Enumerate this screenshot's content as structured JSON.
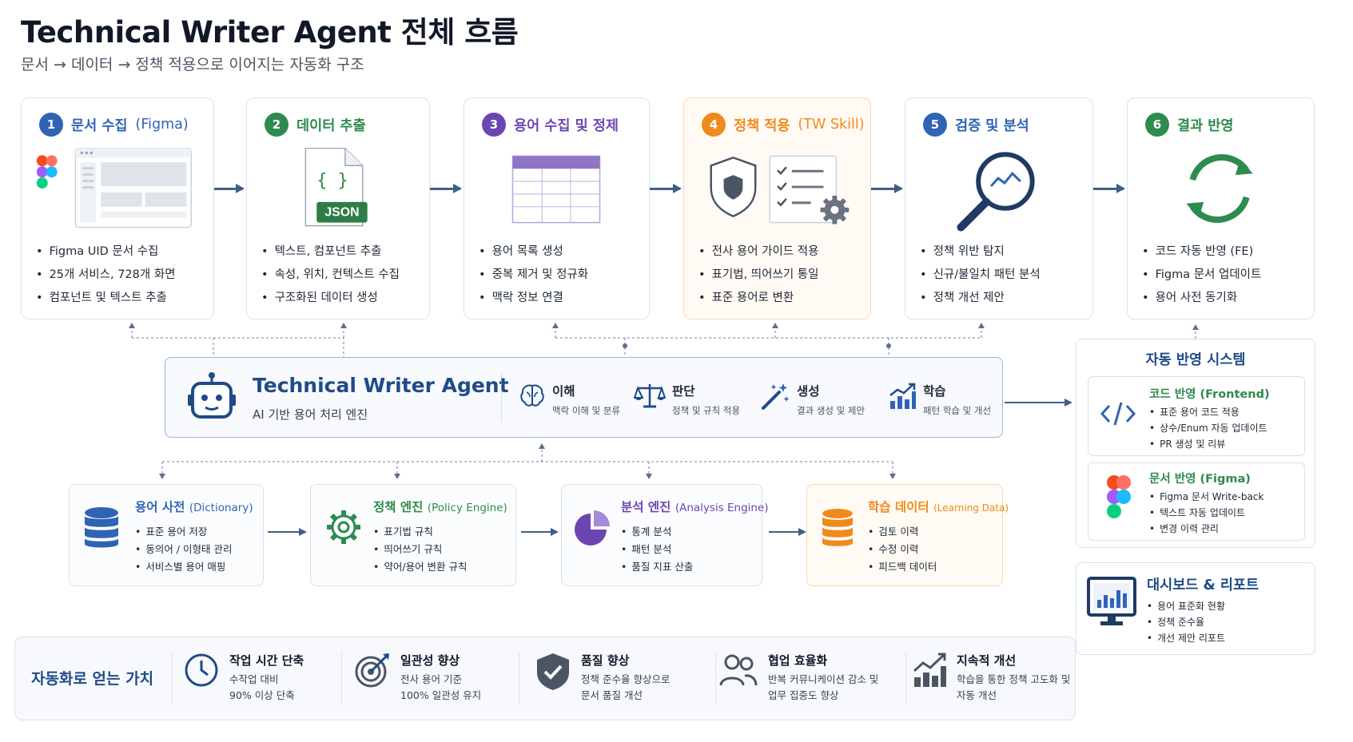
{
  "title": "Technical Writer Agent 전체 흐름",
  "subtitle": "문서 → 데이터 → 정책 적용으로 이어지는 자동화 구조",
  "steps": [
    {
      "num": "1",
      "title": "문서 수집",
      "title_en": "(Figma)",
      "color": "#2f64b5",
      "bullets": [
        "Figma UID 문서 수집",
        "25개 서비스, 728개 화면",
        "컴포넌트 및 텍스트 추출"
      ]
    },
    {
      "num": "2",
      "title": "데이터 추출",
      "title_en": "",
      "color": "#2e8b4e",
      "visual_label": "JSON",
      "bullets": [
        "텍스트, 컴포넌트 추출",
        "속성, 위치, 컨텍스트 수집",
        "구조화된 데이터 생성"
      ]
    },
    {
      "num": "3",
      "title": "용어 수집 및 정제",
      "title_en": "",
      "color": "#6b46b2",
      "bullets": [
        "용어 목록 생성",
        "중복 제거 및 정규화",
        "맥락 정보 연결"
      ]
    },
    {
      "num": "4",
      "title": "정책 적용",
      "title_en": "(TW Skill)",
      "color": "#f08a1c",
      "bullets": [
        "전사 용어 가이드 적용",
        "표기법, 띄어쓰기 통일",
        "표준 용어로 변환"
      ]
    },
    {
      "num": "5",
      "title": "검증 및 분석",
      "title_en": "",
      "color": "#2f64b5",
      "bullets": [
        "정책 위반 탐지",
        "신규/불일치 패턴 분석",
        "정책 개선 제안"
      ]
    },
    {
      "num": "6",
      "title": "결과 반영",
      "title_en": "",
      "color": "#2e8b4e",
      "bullets": [
        "코드 자동 반영 (FE)",
        "Figma 문서 업데이트",
        "용어 사전 동기화"
      ]
    }
  ],
  "agent": {
    "title": "Technical Writer Agent",
    "subtitle": "AI 기반 용어 처리 엔진",
    "capabilities": [
      {
        "title": "이해",
        "desc": "맥락 이해 및 분류",
        "icon": "brain-icon"
      },
      {
        "title": "판단",
        "desc": "정책 및 규칙 적용",
        "icon": "scale-icon"
      },
      {
        "title": "생성",
        "desc": "결과 생성 및 제안",
        "icon": "magic-wand-icon"
      },
      {
        "title": "학습",
        "desc": "패턴 학습 및 개선",
        "icon": "growth-chart-icon"
      }
    ]
  },
  "engines": [
    {
      "title": "용어 사전",
      "title_en": "(Dictionary)",
      "color": "#2f64b5",
      "items": [
        "표준 용어 저장",
        "동의어 / 이형태 관리",
        "서비스별 용어 매핑"
      ]
    },
    {
      "title": "정책 엔진",
      "title_en": "(Policy Engine)",
      "color": "#2e8b4e",
      "items": [
        "표기법 규칙",
        "띄어쓰기 규칙",
        "약어/용어 변환 규칙"
      ]
    },
    {
      "title": "분석 엔진",
      "title_en": "(Analysis Engine)",
      "color": "#6b46b2",
      "items": [
        "통계 분석",
        "패턴 분석",
        "품질 지표 산출"
      ]
    },
    {
      "title": "학습 데이터",
      "title_en": "(Learning Data)",
      "color": "#f08a1c",
      "items": [
        "검토 이력",
        "수정 이력",
        "피드백 데이터"
      ]
    }
  ],
  "auto_system": {
    "title": "자동 반영 시스템",
    "code": {
      "title": "코드 반영 (Frontend)",
      "items": [
        "표준 용어 코드 적용",
        "상수/Enum 자동 업데이트",
        "PR 생성 및 리뷰"
      ]
    },
    "figma": {
      "title": "문서 반영 (Figma)",
      "items": [
        "Figma 문서 Write-back",
        "텍스트 자동 업데이트",
        "변경 이력 관리"
      ]
    }
  },
  "dashboard": {
    "title": "대시보드 & 리포트",
    "items": [
      "용어 표준화 현황",
      "정책 준수율",
      "개선 제안 리포트"
    ]
  },
  "values": {
    "title": "자동화로 얻는 가치",
    "items": [
      {
        "title": "작업 시간 단축",
        "line1": "수작업 대비",
        "line2": "90% 이상 단축",
        "icon": "clock-icon"
      },
      {
        "title": "일관성 향상",
        "line1": "전사 용어 기준",
        "line2": "100% 일관성 유지",
        "icon": "target-icon"
      },
      {
        "title": "품질 향상",
        "line1": "정책 준수율 향상으로",
        "line2": "문서 품질 개선",
        "icon": "shield-check-icon"
      },
      {
        "title": "협업 효율화",
        "line1": "반복 커뮤니케이션 감소 및",
        "line2": "업무 집중도 향상",
        "icon": "people-icon"
      },
      {
        "title": "지속적 개선",
        "line1": "학습을 통한 정책 고도화 및",
        "line2": "자동 개선",
        "icon": "growth-chart-icon"
      }
    ]
  }
}
